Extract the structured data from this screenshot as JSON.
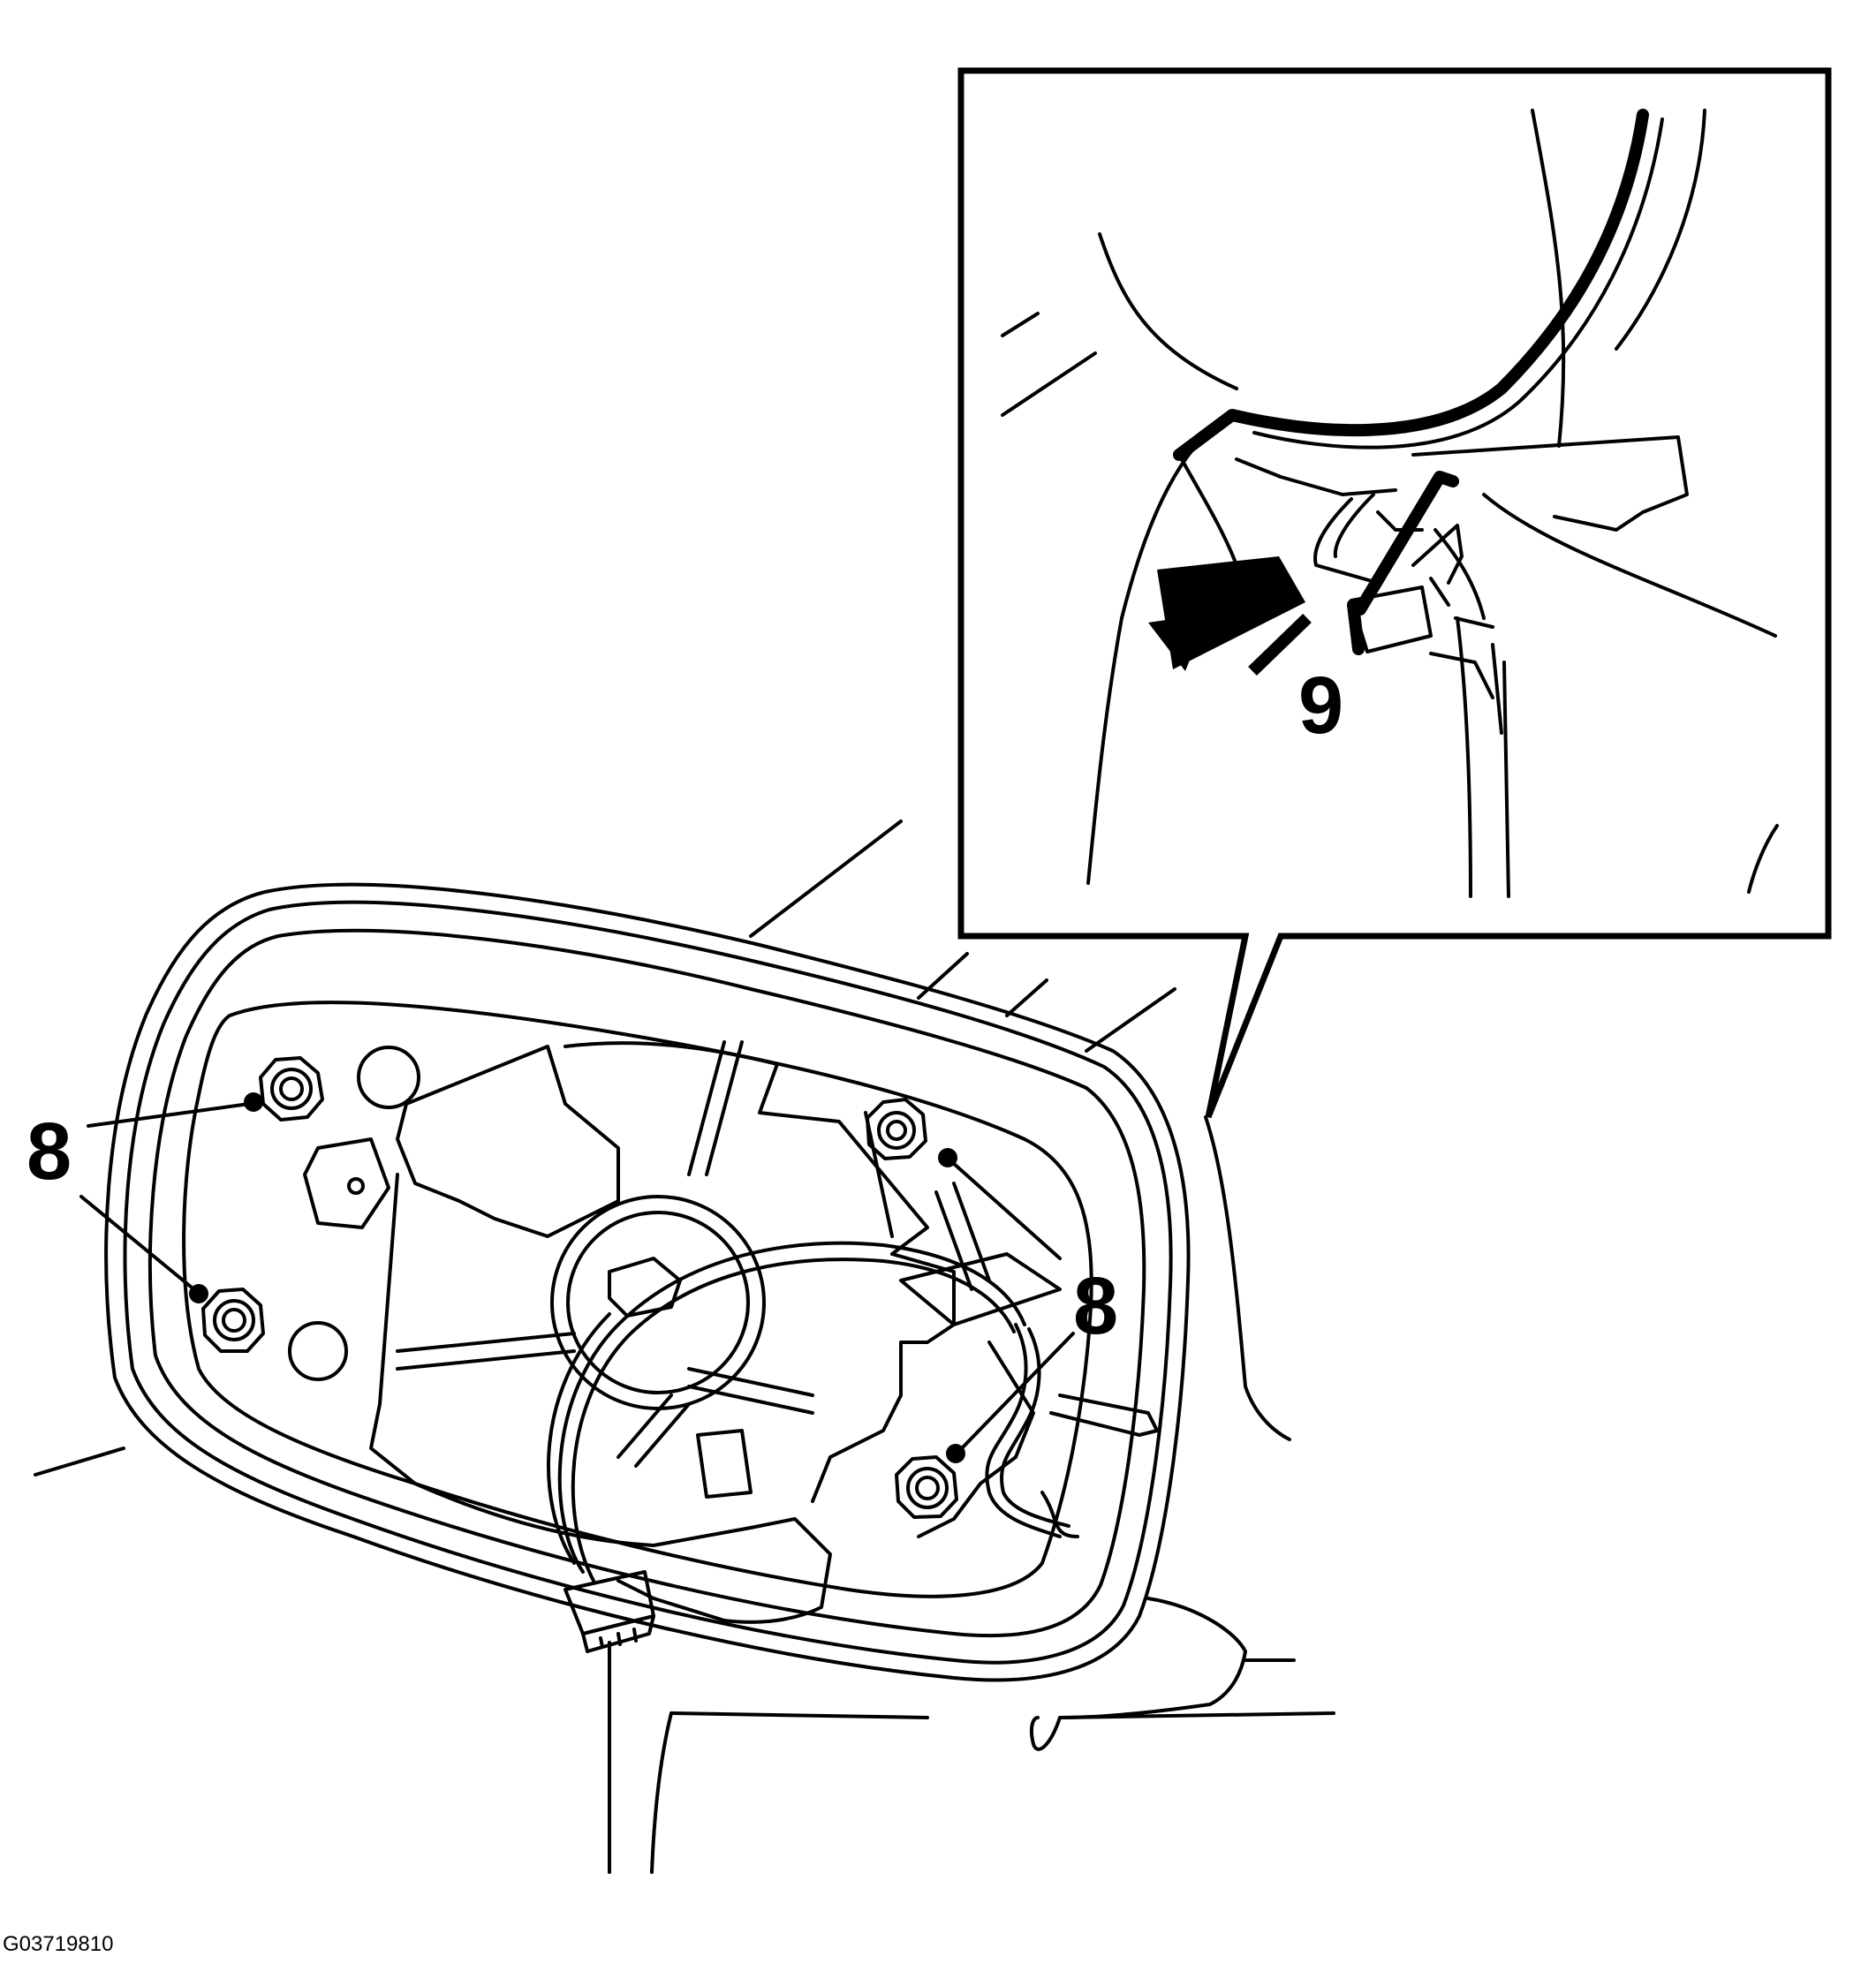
{
  "callouts": {
    "nut_upper_left": "8",
    "nut_right": "8",
    "clip": "9"
  },
  "figure_id": "G03719810"
}
